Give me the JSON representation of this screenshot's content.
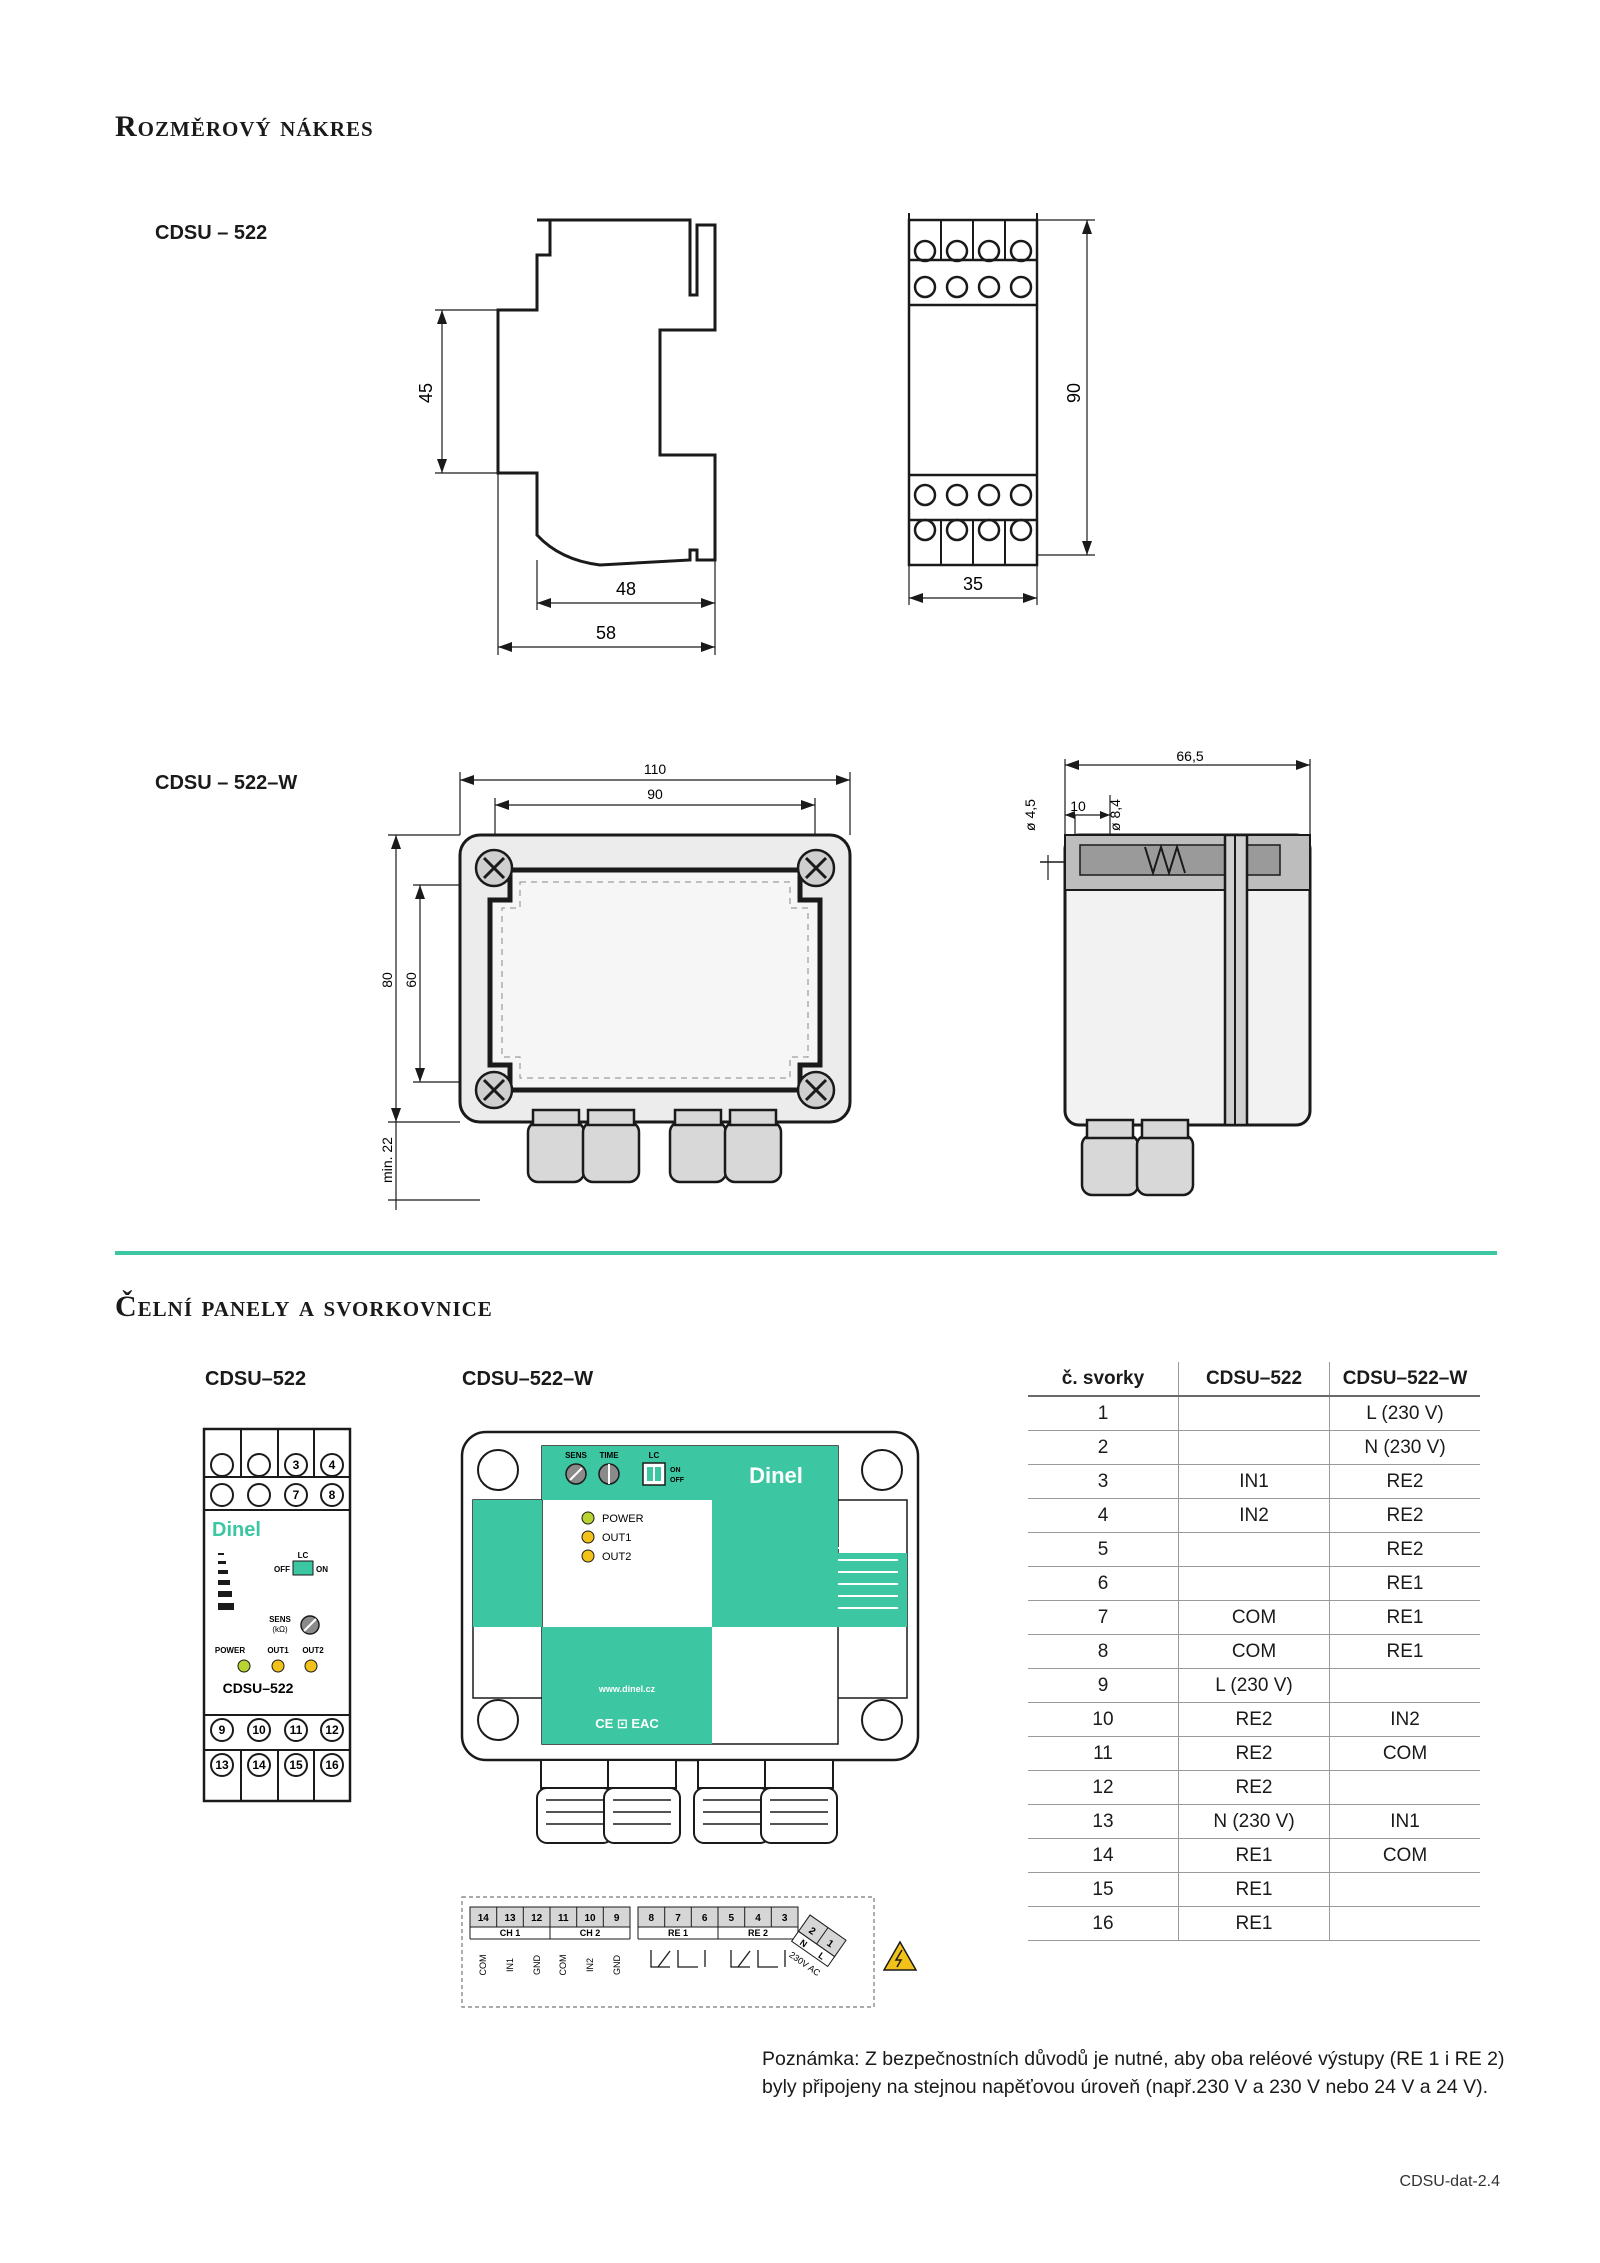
{
  "section1_title": "Rozměrový nákres",
  "section2_title": "Čelní panely a svorkovnice",
  "models": {
    "din": "CDSU – 522",
    "box": "CDSU – 522–W",
    "din_short": "CDSU–522",
    "box_short": "CDSU–522–W"
  },
  "dims_din": {
    "height_inner": "45",
    "height_total": "90",
    "depth_inner": "48",
    "depth_total": "58",
    "width": "35"
  },
  "dims_box": {
    "width_total": "110",
    "width_inner": "90",
    "height_total": "80",
    "height_inner": "60",
    "gland": "min. 22",
    "side_total": "66,5",
    "side_a": "10",
    "dia1": "ø 4,5",
    "dia2": "ø 8,4"
  },
  "din_panel": {
    "top_terminals_row1": [
      "",
      "",
      "3",
      "4"
    ],
    "top_terminals_row2": [
      "",
      "",
      "7",
      "8"
    ],
    "bottom_terminals_row1": [
      "9",
      "10",
      "11",
      "12"
    ],
    "bottom_terminals_row2": [
      "13",
      "14",
      "15",
      "16"
    ],
    "brand": "Dinel",
    "lc_label": "LC",
    "off_label": "OFF",
    "on_label": "ON",
    "sens_label": "SENS",
    "sens_unit": "(kΩ)",
    "leds": [
      "POWER",
      "OUT1",
      "OUT2"
    ],
    "model": "CDSU–522"
  },
  "box_panel": {
    "sens": "SENS",
    "time": "TIME",
    "lc": "LC",
    "on": "ON",
    "off": "OFF",
    "brand": "Dinel",
    "leds": [
      "POWER",
      "OUT1",
      "OUT2"
    ],
    "url": "www.dinel.cz",
    "marks": "CE ⊡ EAC"
  },
  "terminal_block": {
    "numbers": [
      "14",
      "13",
      "12",
      "11",
      "10",
      "9",
      "8",
      "7",
      "6",
      "5",
      "4",
      "3"
    ],
    "groups": [
      "CH 1",
      "CH 2",
      "RE 1",
      "RE 2"
    ],
    "signals": [
      "COM",
      "IN1",
      "GND",
      "COM",
      "IN2",
      "GND"
    ],
    "power_terms": [
      "2",
      "1"
    ],
    "power_labels": [
      "N",
      "L"
    ],
    "power_supply": "230V AC"
  },
  "colors": {
    "accent": "#3cc6a2",
    "led_green": "#b8d432",
    "led_yellow": "#f2c21b"
  },
  "table": {
    "headers": [
      "č. svorky",
      "CDSU–522",
      "CDSU–522–W"
    ],
    "rows": [
      [
        "1",
        "",
        "L (230 V)"
      ],
      [
        "2",
        "",
        "N (230 V)"
      ],
      [
        "3",
        "IN1",
        "RE2"
      ],
      [
        "4",
        "IN2",
        "RE2"
      ],
      [
        "5",
        "",
        "RE2"
      ],
      [
        "6",
        "",
        "RE1"
      ],
      [
        "7",
        "COM",
        "RE1"
      ],
      [
        "8",
        "COM",
        "RE1"
      ],
      [
        "9",
        "L (230 V)",
        ""
      ],
      [
        "10",
        "RE2",
        "IN2"
      ],
      [
        "11",
        "RE2",
        "COM"
      ],
      [
        "12",
        "RE2",
        ""
      ],
      [
        "13",
        "N (230 V)",
        "IN1"
      ],
      [
        "14",
        "RE1",
        "COM"
      ],
      [
        "15",
        "RE1",
        ""
      ],
      [
        "16",
        "RE1",
        ""
      ]
    ]
  },
  "note": "Poznámka: Z bezpečnostních důvodů je nutné, aby oba reléové výstupy (RE 1 i RE 2) byly připojeny na stejnou napěťovou úroveň (např.230 V a 230 V nebo 24 V a 24 V).",
  "footer": "CDSU-dat-2.4"
}
